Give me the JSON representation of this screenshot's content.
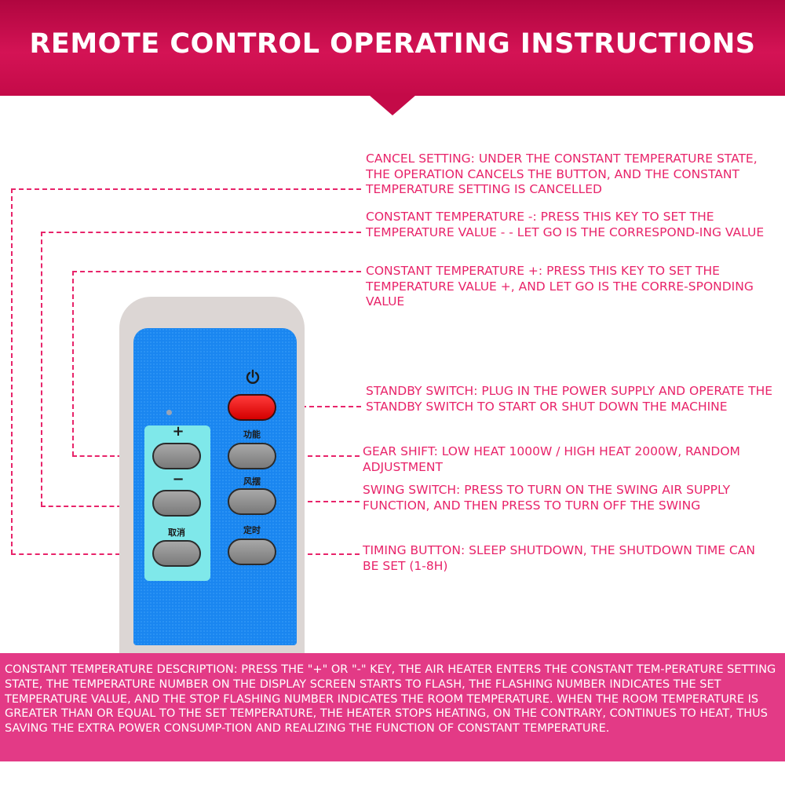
{
  "header": {
    "title": "REMOTE CONTROL OPERATING INSTRUCTIONS"
  },
  "callouts": {
    "cancel": "CANCEL SETTING: UNDER THE CONSTANT TEMPERATURE STATE, THE OPERATION CANCELS THE BUTTON, AND THE CONSTANT TEMPERATURE SETTING IS CANCELLED",
    "temp_minus": "CONSTANT TEMPERATURE -: PRESS THIS KEY TO SET THE TEMPERATURE VALUE - - LET GO IS THE CORRESPOND-ING VALUE",
    "temp_plus": "CONSTANT TEMPERATURE +: PRESS THIS KEY TO SET THE TEMPERATURE VALUE +, AND LET GO IS THE CORRE-SPONDING VALUE",
    "standby": "STANDBY SWITCH: PLUG IN THE POWER SUPPLY AND OPERATE THE STANDBY SWITCH TO START OR SHUT DOWN THE MACHINE",
    "gear": "GEAR SHIFT: LOW HEAT 1000W / HIGH HEAT 2000W, RANDOM ADJUSTMENT",
    "swing": "SWING SWITCH: PRESS TO TURN ON THE SWING AIR SUPPLY FUNCTION, AND THEN PRESS TO TURN OFF THE SWING",
    "timing": "TIMING BUTTON: SLEEP SHUTDOWN, THE SHUTDOWN TIME CAN BE SET (1-8H)"
  },
  "remote": {
    "plus_symbol": "+",
    "minus_symbol": "−",
    "cancel_label": "取消",
    "function_label": "功能",
    "swing_label": "风摆",
    "timer_label": "定时"
  },
  "footer": {
    "description": "CONSTANT TEMPERATURE DESCRIPTION: PRESS THE \"+\" OR \"-\" KEY, THE AIR HEATER ENTERS THE CONSTANT TEM-PERATURE SETTING STATE, THE TEMPERATURE NUMBER ON THE DISPLAY SCREEN STARTS TO FLASH, THE FLASHING NUMBER INDICATES THE SET TEMPERATURE VALUE, AND THE STOP FLASHING NUMBER INDICATES THE ROOM TEMPERATURE. WHEN THE ROOM TEMPERATURE IS GREATER THAN OR EQUAL TO THE SET TEMPERATURE, THE HEATER STOPS HEATING, ON THE CONTRARY, CONTINUES TO HEAT, THUS SAVING THE EXTRA POWER CONSUMP-TION AND REALIZING THE FUNCTION OF CONSTANT TEMPERATURE."
  },
  "colors": {
    "accent": "#e8246a",
    "header": "#c40a48",
    "footer": "#e33a86",
    "remote_face": "#1a86f0"
  }
}
